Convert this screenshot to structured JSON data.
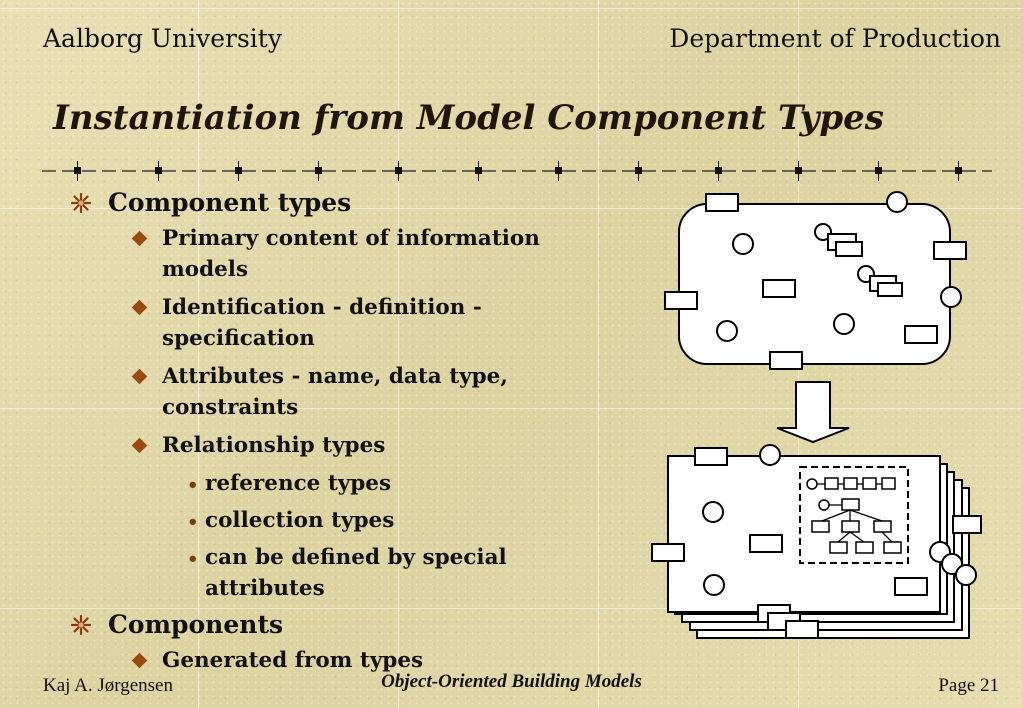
{
  "header": {
    "left": "Aalborg University",
    "right": "Department of Production"
  },
  "title": "Instantiation from Model Component Types",
  "bullets": [
    {
      "level": 1,
      "text": "Component types"
    },
    {
      "level": 2,
      "text": "Primary content of information models"
    },
    {
      "level": 2,
      "text": "Identification - definition - specification"
    },
    {
      "level": 2,
      "text": "Attributes - name, data type, constraints"
    },
    {
      "level": 2,
      "text": "Relationship types"
    },
    {
      "level": 3,
      "text": "reference types"
    },
    {
      "level": 3,
      "text": "collection types"
    },
    {
      "level": 3,
      "text": "can be defined by special attributes"
    },
    {
      "level": 1,
      "text": "Components"
    },
    {
      "level": 2,
      "text": "Generated from types"
    }
  ],
  "footer": {
    "left": "Kaj A. Jørgensen",
    "center": "Object-Oriented Building Models",
    "right": "Page 21"
  },
  "colors": {
    "background": "#e5dcae",
    "title": "#1f1508",
    "bullet_diamond": "#9b4a0d",
    "bullet_star": "#8b3a10"
  },
  "icons": {
    "level1": "star-bullet-icon",
    "level2": "diamond-bullet-icon",
    "level3": "dot-bullet-icon"
  }
}
